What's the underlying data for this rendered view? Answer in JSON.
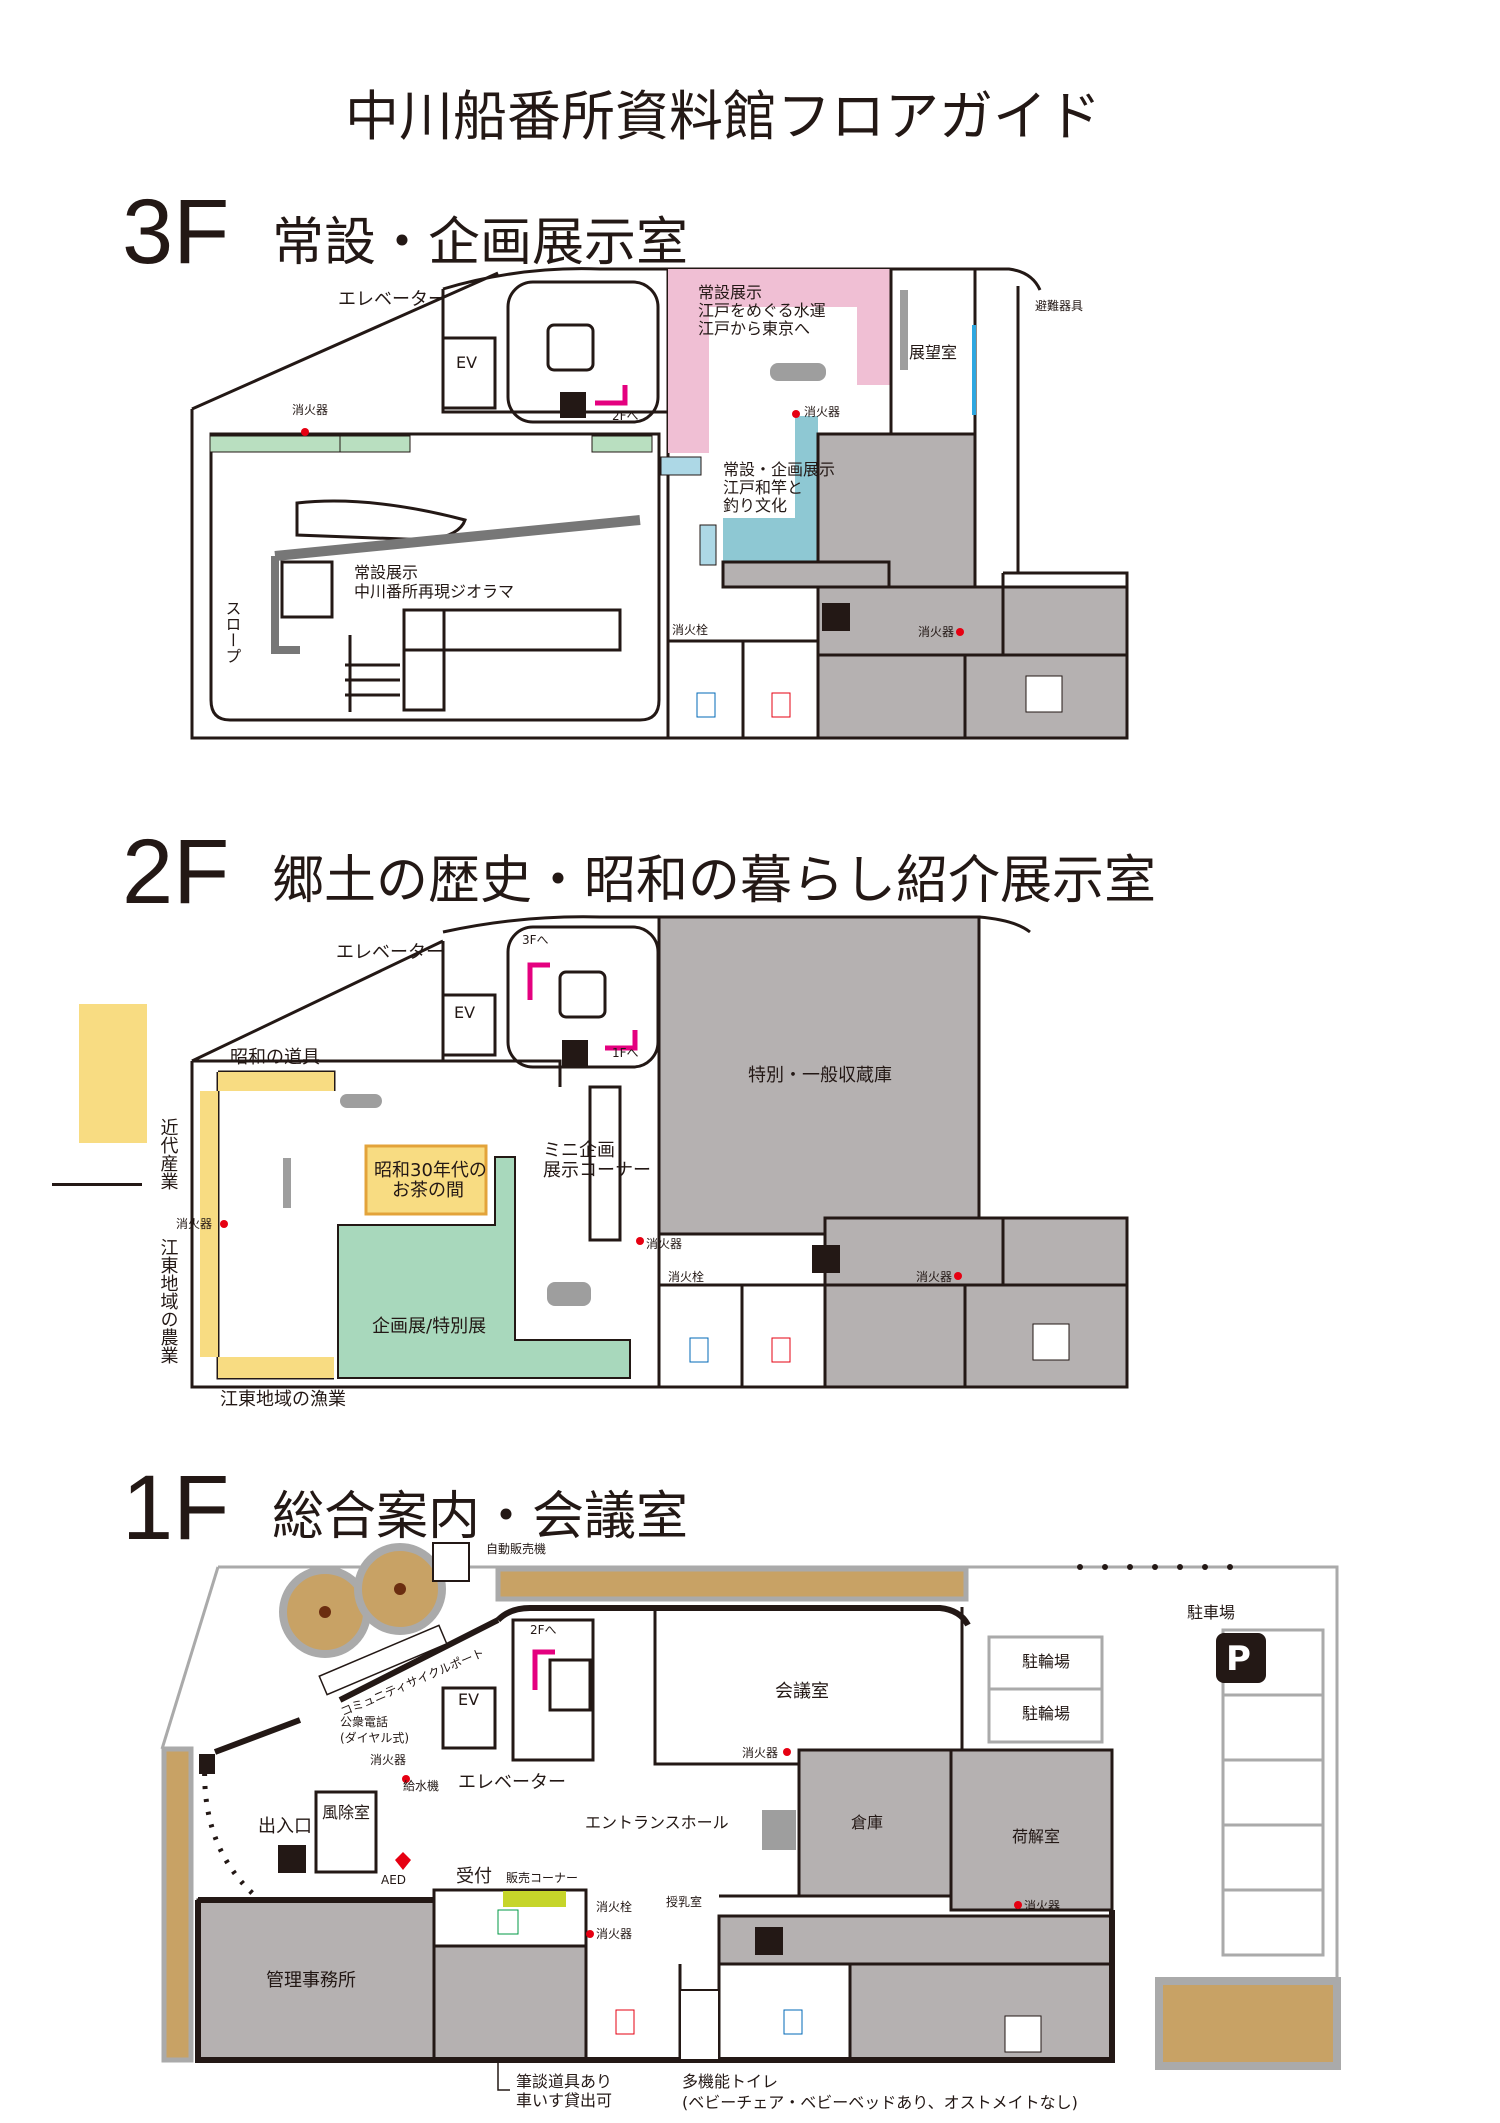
{
  "title": "中川船番所資料館フロアガイド",
  "colors": {
    "pink": "#f0bfd4",
    "blue": "#8ec8d3",
    "gray": "#b5b1b1",
    "green": "#b9dfc0",
    "tan": "#c8a265",
    "yellow": "#f8dc82",
    "lime": "#c6d52a",
    "accent_arrow": "#e4007f",
    "extinguisher": "#e60012"
  },
  "floors": {
    "f3": {
      "label": "3F",
      "name": "常設・企画展示室",
      "elevator": "エレベーター",
      "ev": "EV",
      "extinguisher": "消火器",
      "hydrant": "消火栓",
      "exhibit1": [
        "常設展示",
        "江戸をめぐる水運",
        "江戸から東京へ"
      ],
      "observation": "展望室",
      "exhibit2": [
        "常設・企画展示",
        "江戸和竿と",
        "釣り文化"
      ],
      "diorama": [
        "常設展示",
        "中川番所再現ジオラマ"
      ],
      "slope": "スロープ",
      "to_2f": "2Fへ",
      "evac": "避難器具"
    },
    "f2": {
      "label": "2F",
      "name": "郷土の歴史・昭和の暮らし紹介展示室",
      "elevator": "エレベーター",
      "ev": "EV",
      "to_3f": "3Fへ",
      "to_1f": "1Fへ",
      "showa_tools": "昭和の道具",
      "modern_industry": "近代産業",
      "agriculture": "江東地域の農業",
      "fishery": "江東地域の漁業",
      "extinguisher": "消火器",
      "hydrant": "消火栓",
      "tea_room": [
        "昭和30年代の",
        "お茶の間"
      ],
      "special": "企画展/特別展",
      "mini": [
        "ミニ企画",
        "展示コーナー"
      ],
      "storage": "特別・一般収蔵庫"
    },
    "f1": {
      "label": "1F",
      "name": "総合案内・会議室",
      "vending": "自動販売機",
      "parking": "駐車場",
      "bicycle": "駐輪場",
      "meeting": "会議室",
      "cycleport": "コミュニティサイクルポート",
      "phone": [
        "公衆電話",
        "(ダイヤル式)"
      ],
      "extinguisher": "消火器",
      "water": "給水機",
      "elevator": "エレベーター",
      "ev": "EV",
      "to_2f": "2Fへ",
      "hall": "エントランスホール",
      "warehouse": "倉庫",
      "unpacking": "荷解室",
      "windbreak": "風除室",
      "entrance": "出入口",
      "aed": "AED",
      "reception": "受付",
      "shop": "販売コーナー",
      "hydrant": "消火栓",
      "nursing": "授乳室",
      "office": "管理事務所",
      "note_reception": [
        "筆談道具あり",
        "車いす貸出可"
      ],
      "note_toilet": [
        "多機能トイレ",
        "(ベビーチェア・ベビーベッドあり、オストメイトなし)"
      ]
    }
  }
}
